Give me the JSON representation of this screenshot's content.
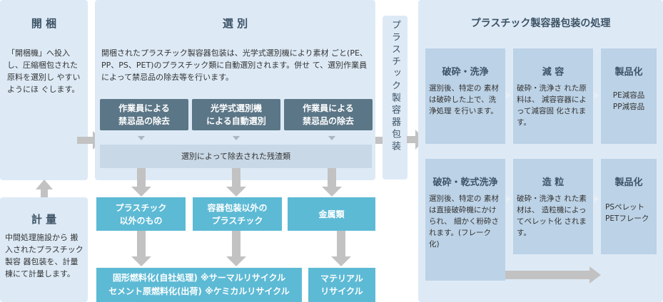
{
  "kaihou": {
    "title": "開 梱",
    "text": "「開梱機」へ投入し、圧縮梱包された原料を選別し やすいようにほ ぐします。"
  },
  "keiryo": {
    "title": "計 量",
    "text": "中間処理施設から 搬入されたプラスチック製容 器包装を、計量棟にて計量します。"
  },
  "senbetsu": {
    "title": "選 別",
    "text": "開梱されたプラスチック製容器包装は、光学式選別機により素材 ごと(PE、PP、PS、PET)のプラスチック類に自動選別されます。併せ て、選別作業員によって禁忌品の除去等を行います。",
    "box1": "作業員による\n禁忌品の除去",
    "box2": "光学式選別機\nによる自動選別",
    "box3": "作業員による\n禁忌品の除去",
    "residue": "選別によって除去された残渣類",
    "out1": "プラスチック\n以外のもの",
    "out2": "容器包装以外の\nプラスチック",
    "out3": "金属類",
    "final1_line1": "固形燃料化(自社処理) ※サーマルリサイクル",
    "final1_line2": "セメント原燃料化(出荷) ※ケミカルリサイクル",
    "final2": "マテリアル\nリサイクル"
  },
  "vertical_label": "プラスチック製容器包装",
  "shori": {
    "title": "プラスチック製容器包装の処理",
    "row1": {
      "a_title": "破砕・洗浄",
      "a_text": "選別後、特定の 素材は破砕した上で、洗浄処理 を行います。",
      "b_title": "減 容",
      "b_text": "破砕・洗浄さ れた原料は、 減容容器によって減容固 化されます。",
      "c_title": "製品化",
      "c_text": "PE減容品\nPP減容品"
    },
    "row2": {
      "a_title": "破砕・乾式洗浄",
      "a_text": "選別後、特定の 素材は直接破砕機にかけられ、 細かく粉砕されます。(フレーク 化)",
      "b_title": "造 粒",
      "b_text": "破砕・洗浄さ れた素材は、 造粒機によってペレット化 されます。",
      "c_title": "製品化",
      "c_text": "PSペレット\nPETフレーク"
    }
  },
  "colors": {
    "panel": "#ddeaf6",
    "sub_panel": "#bcd2e6",
    "dark_box": "#5b7687",
    "teal_box": "#5dbad5",
    "arrow": "#c2c2c2",
    "title_text": "#3d5366"
  }
}
